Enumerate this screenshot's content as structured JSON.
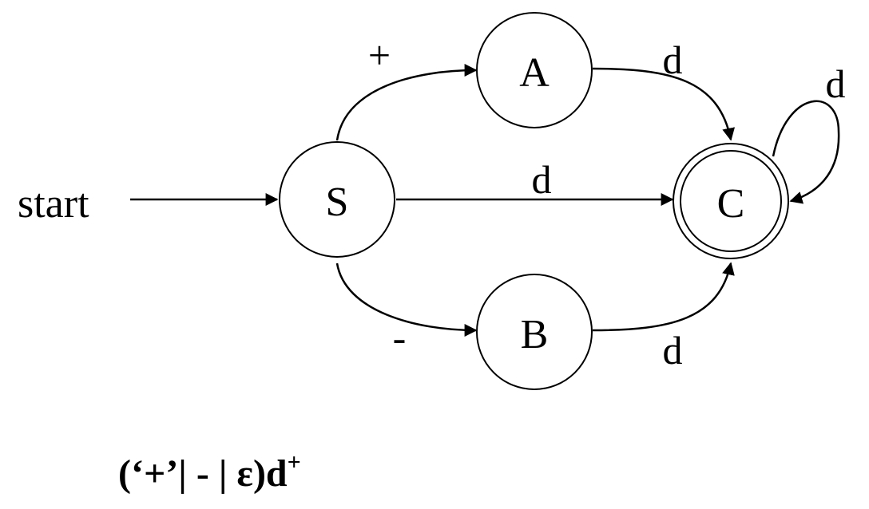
{
  "diagram": {
    "start_label": "start",
    "states": {
      "s": "S",
      "a": "A",
      "b": "B",
      "c": "C"
    },
    "accepting_state": "C",
    "transitions": {
      "s_to_a": "+",
      "s_to_b": "-",
      "s_to_c": "d",
      "a_to_c": "d",
      "b_to_c": "d",
      "c_to_c": "d"
    }
  },
  "regex": {
    "base": "(‘+’| - | ε)d",
    "superscript": "+"
  }
}
